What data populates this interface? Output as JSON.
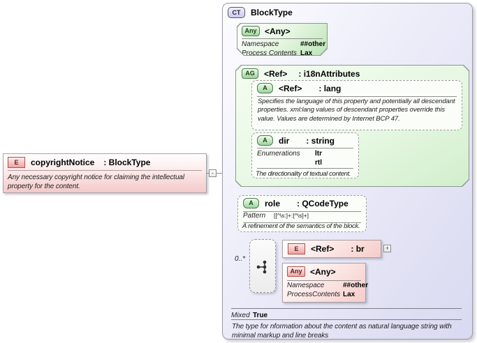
{
  "element": {
    "badge": "E",
    "name": "copyrightNotice",
    "type": ": BlockType",
    "description": "Any necessary copyright notice for claiming the intellectual property for the content.",
    "collapse_glyph": "-"
  },
  "ct": {
    "badge": "CT",
    "title": "BlockType",
    "any_top": {
      "badge": "Any",
      "title": "<Any>",
      "rows": [
        {
          "label": "Namespace",
          "value": "##other"
        },
        {
          "label": "Process Contents",
          "value": "Lax"
        }
      ]
    },
    "ag": {
      "badge": "AG",
      "name": "<Ref>",
      "type": ": i18nAttributes",
      "lang": {
        "badge": "A",
        "name": "<Ref>",
        "type": ": lang",
        "description": "Specifies the language of this property and potentially all descendant properties. xml:lang values of descendant properties override this value. Values are determined by Internet BCP 47."
      },
      "dir": {
        "badge": "A",
        "name": "dir",
        "type": ": string",
        "enum_label": "Enumerations",
        "enum_values": "ltr\nrtl",
        "description": "The directionality of textual content."
      }
    },
    "role": {
      "badge": "A",
      "name": "role",
      "type": ": QCodeType",
      "pattern_label": "Pattern",
      "pattern_value": "[[^\\s:]+:[^\\s]+]",
      "description": "A refinement of the semantics of the block."
    },
    "group": {
      "cardinality": "0..*",
      "br": {
        "badge": "E",
        "name": "<Ref>",
        "type": ": br",
        "expand_glyph": "+"
      },
      "any_bottom": {
        "badge": "Any",
        "title": "<Any>",
        "rows": [
          {
            "label": "Namespace",
            "value": "##other"
          },
          {
            "label": "ProcessContents",
            "value": "Lax"
          }
        ]
      }
    },
    "mixed": {
      "label": "Mixed",
      "value": "True"
    },
    "footer_description": "The type for nformation about the content as natural language string with minimal markup and line breaks"
  }
}
